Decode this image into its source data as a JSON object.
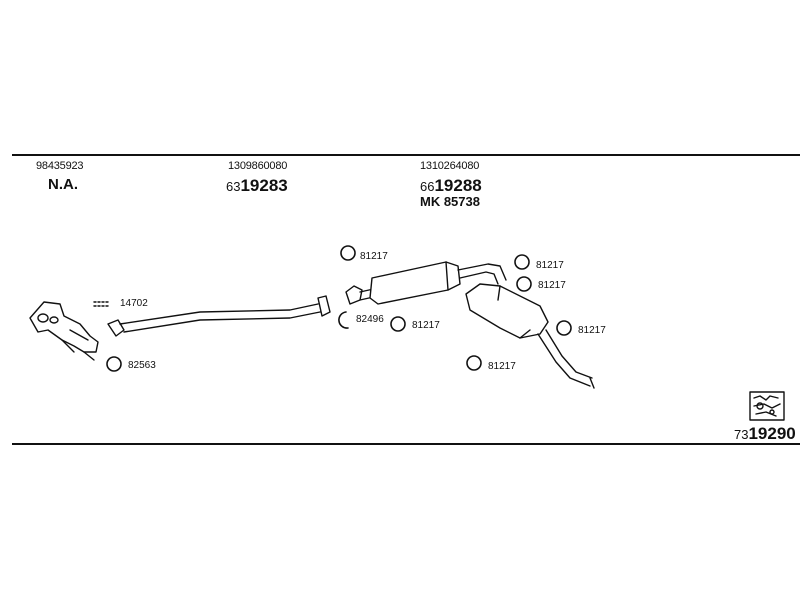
{
  "header": {
    "col1": {
      "part_number": "98435923",
      "status": "N.A."
    },
    "col2": {
      "part_number": "1309860080",
      "code_prefix": "63",
      "code_main": "19283"
    },
    "col3": {
      "part_number": "1310264080",
      "code_prefix": "66",
      "code_main": "19288",
      "kit": "MK  85738"
    }
  },
  "parts": {
    "p14702": "14702",
    "p82563": "82563",
    "p82496": "82496",
    "p81217_a": "81217",
    "p81217_b": "81217",
    "p81217_c": "81217",
    "p81217_d": "81217",
    "p81217_e": "81217",
    "p81217_f": "81217"
  },
  "footer": {
    "code_prefix": "73",
    "code_main": "19290"
  }
}
